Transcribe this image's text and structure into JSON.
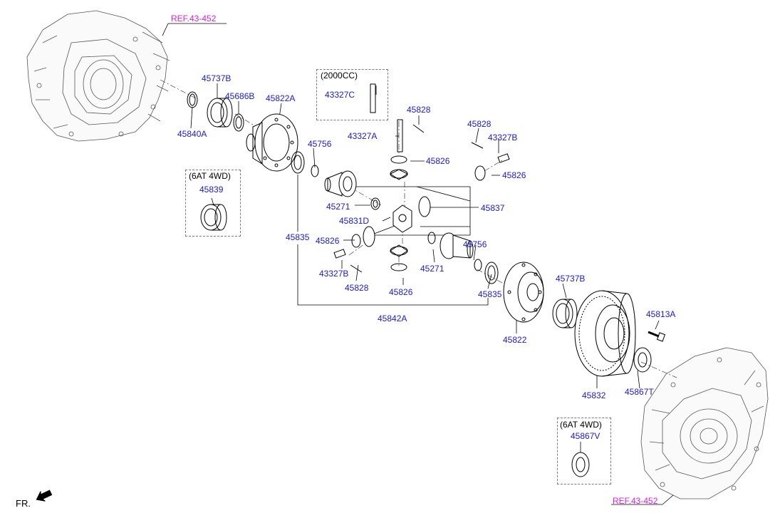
{
  "colors": {
    "part_number": "#1818e6",
    "reference": "#e11ee1",
    "note": "#000000",
    "line": "#000000"
  },
  "labels": {
    "ref_top": "REF.43-452",
    "ref_bottom": "REF.43-452",
    "p45737B_a": "45737B",
    "p45686B": "45686B",
    "p45822A": "45822A",
    "p45840A": "45840A",
    "note_2000cc": "(2000CC)",
    "p43327C": "43327C",
    "p45828_a": "45828",
    "p43327A": "43327A",
    "p45828_b": "45828",
    "p43327B_a": "43327B",
    "p45826_a": "45826",
    "p45826_b": "45826",
    "p45756_a": "45756",
    "note_6at_a": "(6AT 4WD)",
    "p45839": "45839",
    "p45271_a": "45271",
    "p45837": "45837",
    "p45831D": "45831D",
    "p45835_a": "45835",
    "p45826_c": "45826",
    "p45756_b": "45756",
    "p45271_b": "45271",
    "p43327B_b": "43327B",
    "p45828_c": "45828",
    "p45826_d": "45826",
    "p45835_b": "45835",
    "p45737B_b": "45737B",
    "p45842A": "45842A",
    "p45822": "45822",
    "p45813A": "45813A",
    "p45832": "45832",
    "p45867T": "45867T",
    "note_6at_b": "(6AT 4WD)",
    "p45867V": "45867V",
    "fr": "FR."
  }
}
